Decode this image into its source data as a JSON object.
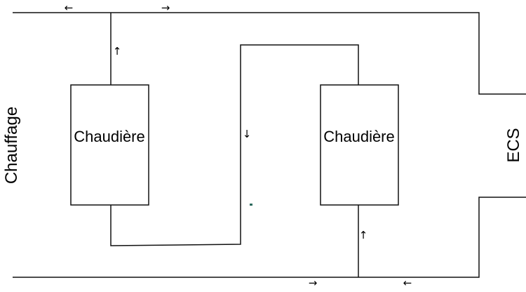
{
  "boiler_left": {
    "label": "Chaudière"
  },
  "boiler_right": {
    "label": "Chaudière"
  },
  "heating_label": "Chauffage",
  "dhw_label": "ECS",
  "arrows": {
    "top_left": "←",
    "top_right": "→",
    "left_up": "↑",
    "middle_down": "↓",
    "right_up": "↑",
    "bottom_right_flow": "→",
    "bottom_left_flow": "←"
  },
  "colors": {
    "line": "#111111",
    "marker": "#2e6b5e",
    "background": "#ffffff"
  }
}
